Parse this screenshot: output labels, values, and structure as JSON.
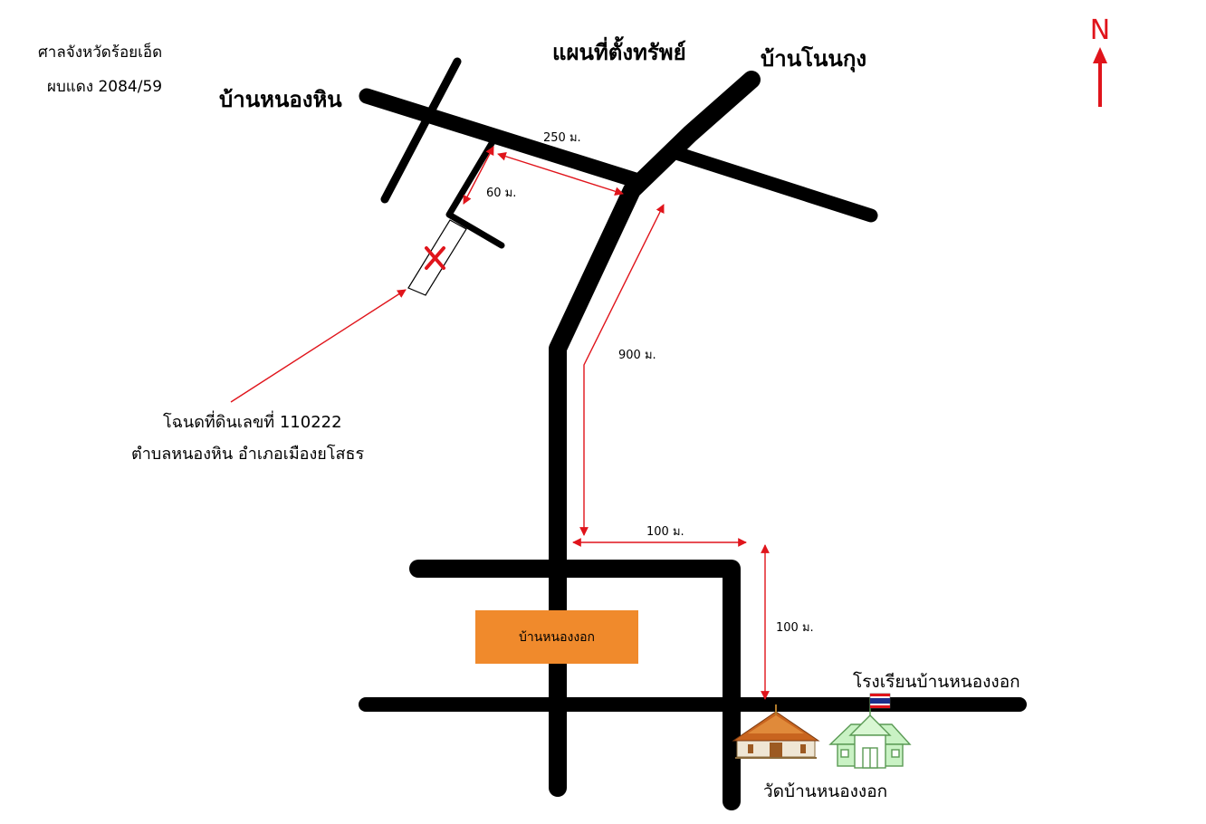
{
  "header": {
    "court": "ศาลจังหวัดร้อยเอ็ด",
    "case_no": "ผบแดง 2084/59",
    "title": "แผนที่ตั้งทรัพย์"
  },
  "north_label": "N",
  "places": {
    "ban_non_kung": "บ้านโนนกุง",
    "ban_nong_hin": "บ้านหนองหิน",
    "ban_nong_ngok_box": "บ้านหนองงอก",
    "school": "โรงเรียนบ้านหนองงอก",
    "temple": "วัดบ้านหนองงอก"
  },
  "property": {
    "deed_line1": "โฉนดที่ดินเลขที่ 110222",
    "deed_line2": "ตำบลหนองหิน  อำเภอเมืองยโสธร"
  },
  "distances": {
    "d250": "250 ม.",
    "d60": "60 ม.",
    "d900": "900 ม.",
    "d100_horizontal": "100 ม.",
    "d100_vertical": "100 ม."
  },
  "colors": {
    "road": "#000000",
    "annotation": "#e0141b",
    "village_box": "#f08a2c",
    "school_building": "#c9f2c4",
    "school_outline": "#5a9a54",
    "temple_roof": "#c8641f",
    "flag_red": "#e0141b",
    "flag_blue": "#1c2f8c"
  },
  "icons": [
    "north-arrow-icon",
    "property-x-icon",
    "temple-icon",
    "school-icon",
    "flag-icon"
  ]
}
